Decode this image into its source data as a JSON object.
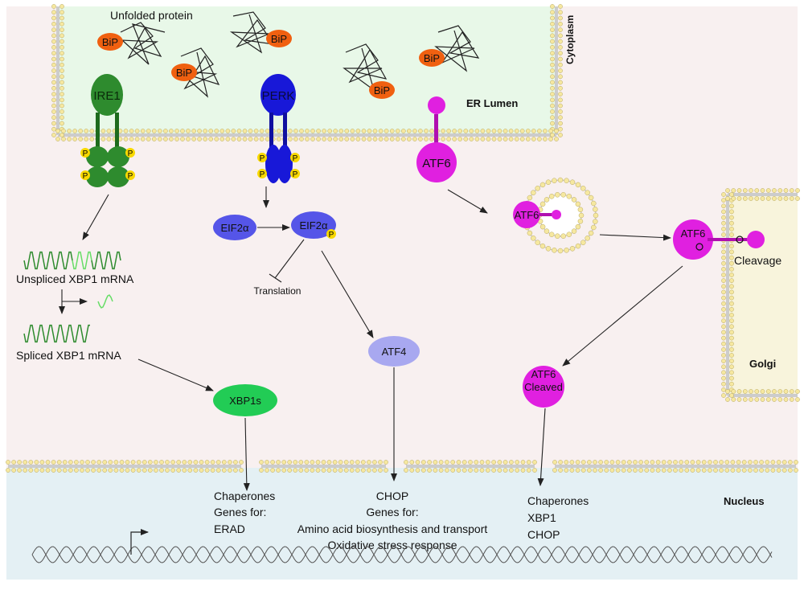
{
  "labels": {
    "unfolded_protein": "Unfolded protein",
    "bip": "BiP",
    "ire1": "IRE1",
    "perk": "PERK",
    "er_lumen": "ER Lumen",
    "cytoplasm": "Cytoplasm",
    "atf6": "ATF6",
    "phospho": "P",
    "eif2a": "EIF2α",
    "translation": "Translation",
    "atf4": "ATF4",
    "unspliced_xbp1": "Unspliced XBP1 mRNA",
    "spliced_xbp1": "Spliced XBP1 mRNA",
    "xbp1s": "XBP1s",
    "cleavage": "Cleavage",
    "golgi": "Golgi",
    "atf6_cleaved_line1": "ATF6",
    "atf6_cleaved_line2": "Cleaved",
    "nucleus": "Nucleus"
  },
  "nucleus_text": {
    "ire1_targets": [
      "Chaperones",
      "Genes for:",
      "ERAD"
    ],
    "perk_targets": [
      "CHOP",
      "Genes for:",
      "Amino acid biosynthesis and transport",
      "Oxidative stress response"
    ],
    "atf6_targets": [
      "Chaperones",
      "XBP1",
      "CHOP"
    ]
  },
  "colors": {
    "ire1_green": "#2e8b2e",
    "xbp1s_green": "#22cc55",
    "perk_blue": "#1818d8",
    "eif2a_blue": "#5555e8",
    "atf4_lavender": "#a8a8f0",
    "atf6_magenta": "#e020e0",
    "bip_orange": "#f06010",
    "phospho_yellow": "#f8d800",
    "er_lumen_fill": "#e8f8e8",
    "cytoplasm_fill": "#f8f0f0",
    "nucleus_fill": "#e4f0f4",
    "golgi_fill": "#f8f4dc",
    "membrane_bead": "#f6e8a0"
  }
}
